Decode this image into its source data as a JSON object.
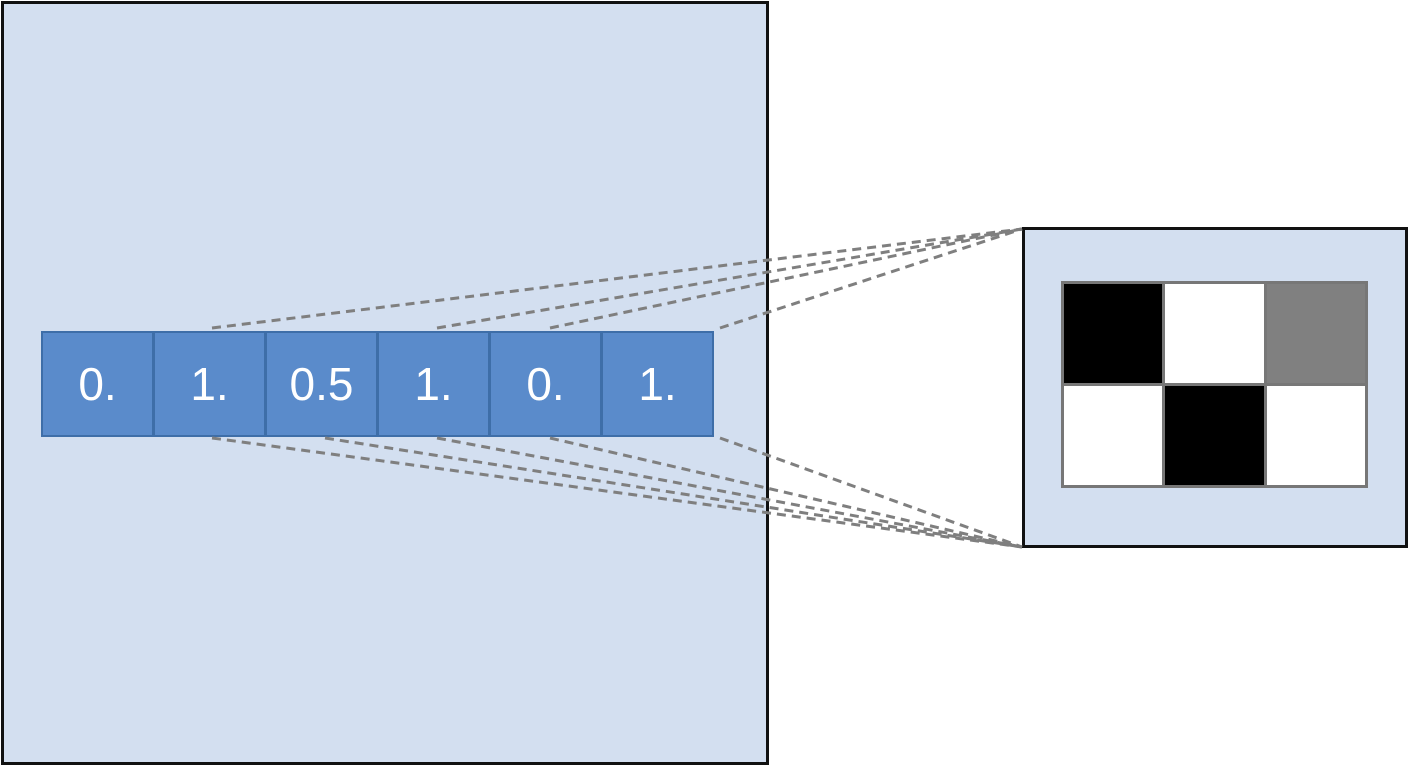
{
  "vector": {
    "cells": [
      "0.",
      "1.",
      "0.5",
      "1.",
      "0.",
      "1."
    ]
  },
  "image": {
    "rows": 2,
    "cols": 3,
    "pixel_values": [
      0,
      1,
      0.5,
      1,
      0,
      1
    ]
  },
  "colors": {
    "panel_background": "#d3dff0",
    "vector_cell_fill": "#5a8bcb",
    "vector_cell_border": "#3e6ea8",
    "connector_dash": "#7f7f7f",
    "grid_border": "#777777"
  }
}
